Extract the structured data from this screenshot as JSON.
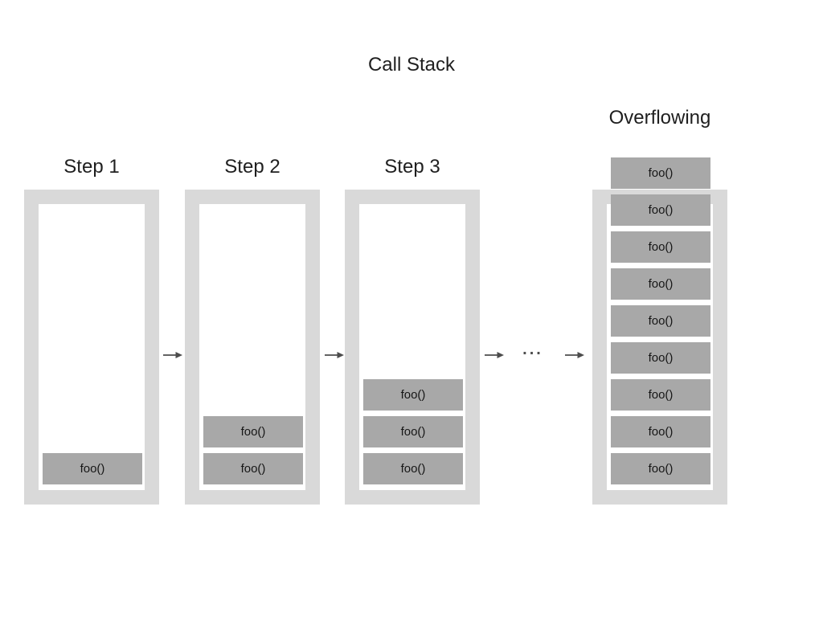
{
  "title": "Call Stack",
  "ellipsis": "...",
  "colors": {
    "outer_gray": "#d9d9d9",
    "inner_white": "#ffffff",
    "frame_gray": "#a8a8a8",
    "label_text": "#1f1f1f",
    "arrow_gray": "#4d4d4d"
  },
  "stacks": [
    {
      "label": "Step 1",
      "frames": [
        "foo()"
      ]
    },
    {
      "label": "Step 2",
      "frames": [
        "foo()",
        "foo()"
      ]
    },
    {
      "label": "Step 3",
      "frames": [
        "foo()",
        "foo()",
        "foo()"
      ]
    },
    {
      "label": "Overflowing",
      "frames": [
        "foo()",
        "foo()",
        "foo()",
        "foo()",
        "foo()",
        "foo()",
        "foo()",
        "foo()",
        "foo()"
      ]
    }
  ]
}
